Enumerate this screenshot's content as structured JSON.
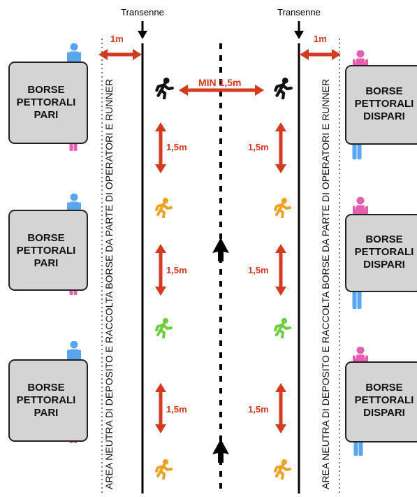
{
  "barrier_label": "Transenne",
  "neutral_area_label": "AREA NEUTRA DI DEPOSITO E RACCOLTA BORSE DA PARTE DI OPERATORI E RUNNER",
  "offset_label": "1m",
  "min_distance_label": "MIN 1,5m",
  "spacing_label": "1,5m",
  "booth_left": [
    "BORSE",
    "PETTORALI",
    "PARI"
  ],
  "booth_right": [
    "BORSE",
    "PETTORALI",
    "DISPARI"
  ],
  "colors": {
    "arrow_red": "#d33a1f",
    "male_blue": "#5aa6ec",
    "female_pink": "#e45fae",
    "runner_black": "#111111",
    "runner_orange": "#f0a228",
    "runner_green": "#6fcf3f",
    "booth_fill": "#d4d4d4"
  },
  "icons": [
    "man-icon",
    "woman-icon",
    "runner-icon",
    "arrow-up-icon",
    "arrow-down-icon"
  ]
}
